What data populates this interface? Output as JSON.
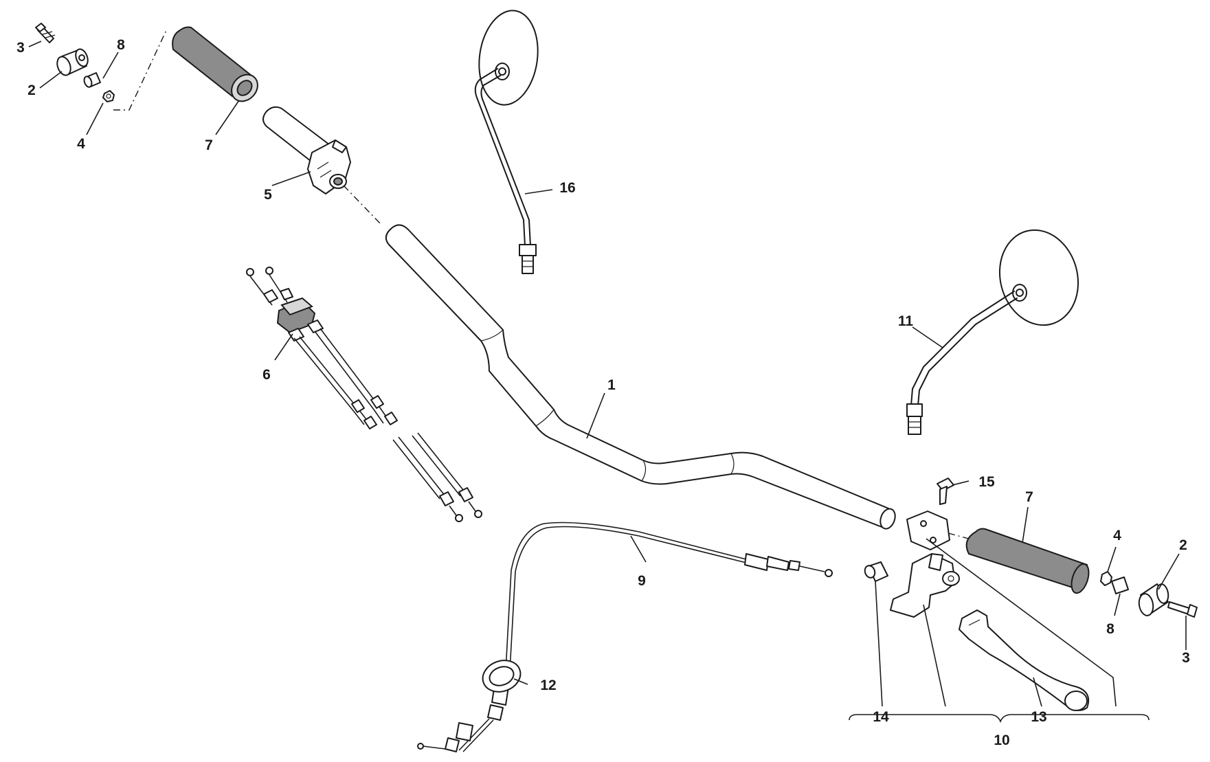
{
  "diagram": {
    "callouts": {
      "c1": "1",
      "c2a": "2",
      "c2b": "2",
      "c3a": "3",
      "c3b": "3",
      "c4a": "4",
      "c4b": "4",
      "c5": "5",
      "c6": "6",
      "c7a": "7",
      "c7b": "7",
      "c8a": "8",
      "c8b": "8",
      "c9": "9",
      "c10": "10",
      "c11": "11",
      "c12": "12",
      "c13": "13",
      "c14": "14",
      "c15": "15",
      "c16": "16"
    },
    "colors": {
      "line": "#1a1a1a",
      "grip_shade": "#8c8c8c",
      "light_shade": "#d7d7d7",
      "background": "#ffffff"
    }
  }
}
